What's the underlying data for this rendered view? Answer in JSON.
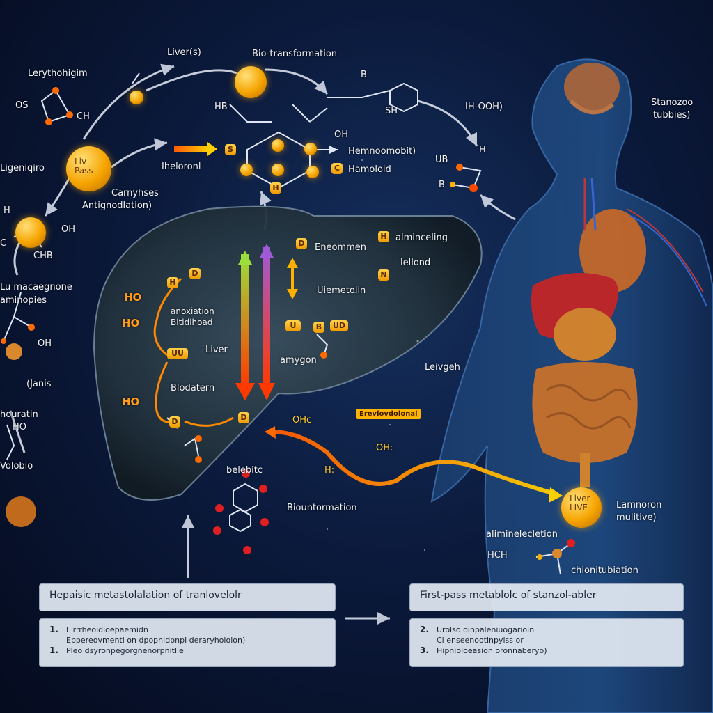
{
  "labels": {
    "top_left_liver": "Liver(s)",
    "bio_transformation_top": "Bio-transformation",
    "lerythrohigm": "Lerythohigim",
    "os": "OS",
    "ch_top": "CH",
    "ligenlgiro": "Ligeniqiro",
    "node_left_text": "Liv Pass",
    "carnyiases": "Carnyhses",
    "antigenoulation": "Antignodlation)",
    "h_left": "H",
    "c_left": "C",
    "oh_left": "OH",
    "chb_left": "CHB",
    "lu_macagnone": "Lu macaegnone",
    "aminoples": "aminopies",
    "oh_mid_left": "OH",
    "janis": "(Janis",
    "houratin": "houratin",
    "ho_left": "HO",
    "volobio": "Volobio",
    "hb": "HB",
    "oh_mol": "OH",
    "b_mol": "B",
    "hb2": "H",
    "sh": "SH",
    "ih_oohf": "IH-OOH)",
    "standzio": "Stanozoo",
    "tubbies": "tubbies)",
    "ihelorail": "Iheloronl",
    "hemmo": "Hemnoomobit)",
    "hamoloid": "Hamoloid",
    "ub": "UB",
    "h_right": "H",
    "b_right": "B",
    "hydroxy_left": "Eneommen",
    "almicelling": "alminceling",
    "lellord": "lellond",
    "uemetolen": "Uiemetolin",
    "anoation": "anoxiation",
    "blistinard": "Bltidihoad",
    "liver_mid": "Liver",
    "amygon": "amygon",
    "blodaton": "Blodatern",
    "leivgeh": "Leivgeh",
    "ho1": "HO",
    "ho2": "HO",
    "ho3": "HO",
    "oh_yellow": "OHc",
    "oh_yellow2": "OH:",
    "h2": "H:",
    "badge_text": "Erevlovdolonal",
    "belebitc": "belebitc",
    "biountormation": "Biountormation",
    "liver_node": "Liver LIVE",
    "lamnoron": "Lamnoron",
    "mulitive": "mulitive)",
    "alimelecletion": "aliminelecletion",
    "hch": "HCH",
    "chionitublation": "chionitubiation",
    "box_h1": "H",
    "box_h2": "H",
    "box_d": "D",
    "box_h3": "H",
    "box_n": "N",
    "box_d2": "D",
    "box_ud": "UD",
    "box_u": "U",
    "box_uu": "UU",
    "box_d3": "D",
    "box_d4": "D",
    "box_b": "B",
    "box_c": "C",
    "box_ss": "S"
  },
  "panels": {
    "left": {
      "title": "Hepaisic metastolalation of tranlovelolr",
      "steps": [
        {
          "n": "1.",
          "text": "L rrrheoidioepaemidn"
        },
        {
          "n": "",
          "text": "Eppereovmentl on dpopnidpnpi deraryhoioion)"
        },
        {
          "n": "1.",
          "text": "Pleo dsyronpegorgnenorpnitlie"
        }
      ]
    },
    "right": {
      "title": "First-pass metablolc of stanzol-abler",
      "steps": [
        {
          "n": "2.",
          "text": "Urolso oinpaleniuogarioin"
        },
        {
          "n": "",
          "text": "Cl enseenootlnpyiss or"
        },
        {
          "n": "3.",
          "text": "Hipnioloeasion oronnaberyo)"
        }
      ]
    }
  },
  "colors": {
    "background": "#0b1a3c",
    "node_orange": "#f6a400",
    "arrow_orange": "#ff8a00",
    "liver_outline": "#6e8498",
    "panel_bg": "#e1e8f2"
  }
}
